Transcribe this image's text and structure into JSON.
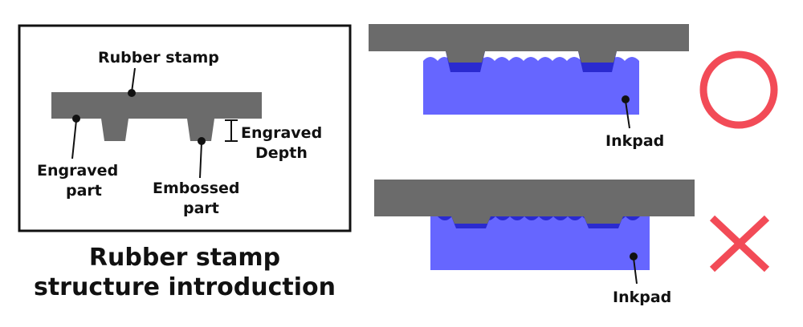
{
  "structure": {
    "label_rubber_stamp": "Rubber stamp",
    "label_engraved_depth_1": "Engraved",
    "label_engraved_depth_2": "Depth",
    "label_engraved_part_1": "Engraved",
    "label_engraved_part_2": "part",
    "label_embossed_part_1": "Embossed",
    "label_embossed_part_2": "part"
  },
  "caption": {
    "line1": "Rubber stamp",
    "line2": "structure introduction"
  },
  "correct_panel": {
    "inkpad_label": "Inkpad",
    "verdict_icon": "circle-correct-icon"
  },
  "incorrect_panel": {
    "inkpad_label": "Inkpad",
    "verdict_icon": "cross-incorrect-icon"
  },
  "colors": {
    "rubber": "#6b6b6b",
    "inkpad": "#6666ff",
    "ink_dark": "#2a2ad0",
    "verdict_red": "#f24b57",
    "outline": "#111111"
  }
}
